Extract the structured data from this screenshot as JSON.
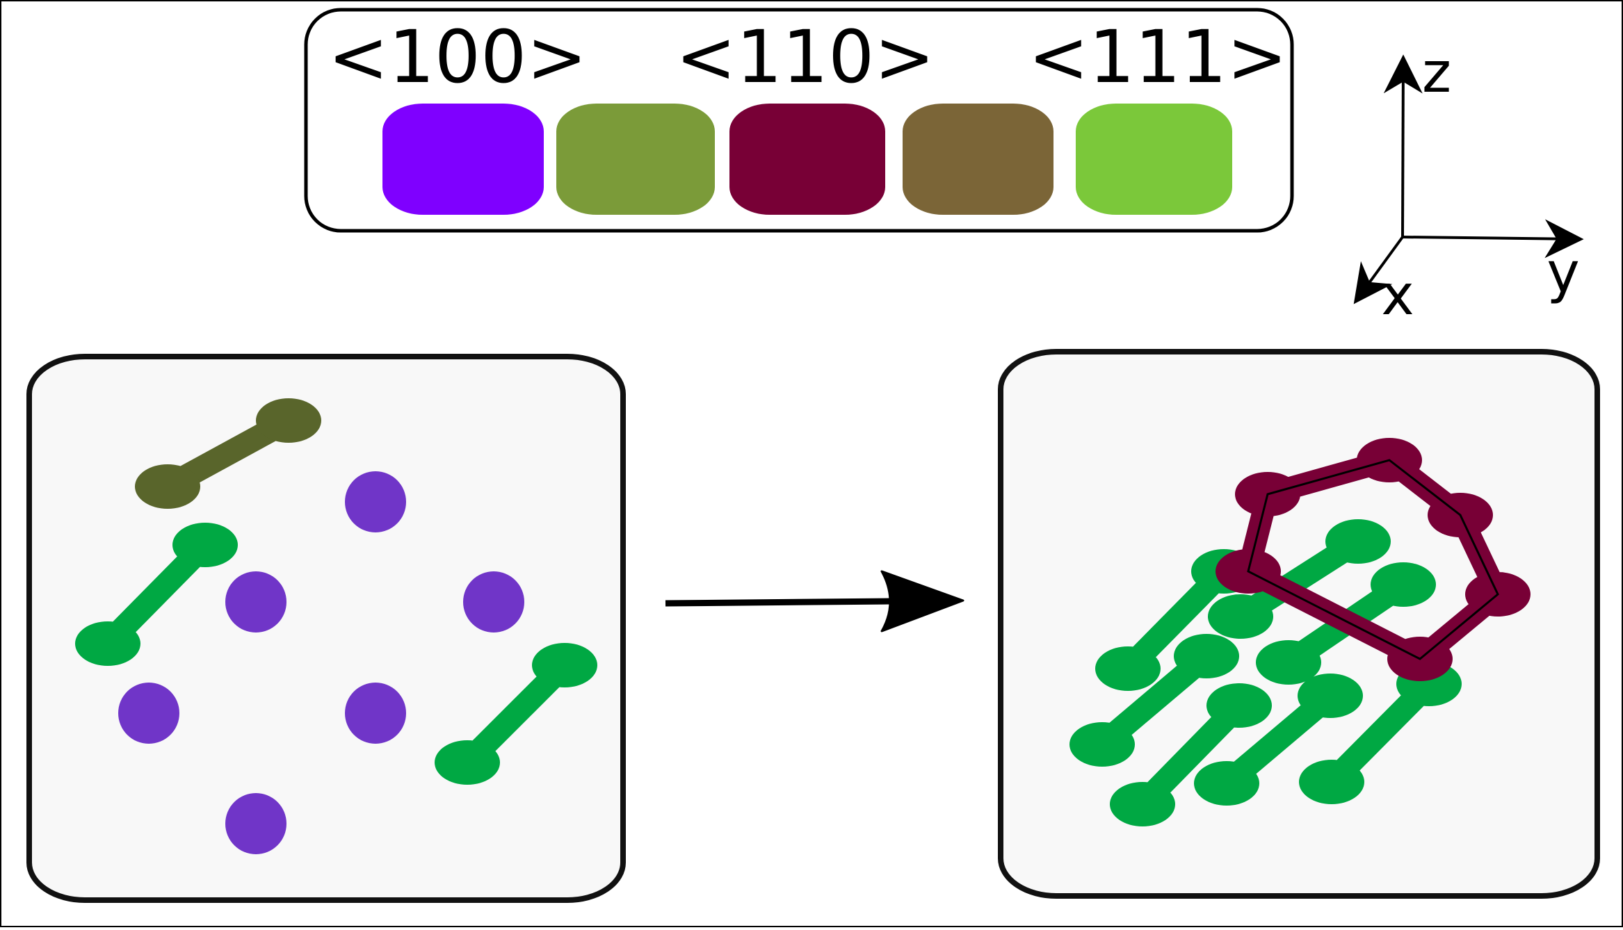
{
  "legend": {
    "labels": [
      "<100>",
      "<110>",
      "<111>"
    ],
    "swatches": [
      {
        "name": "swatch-100",
        "color": "#7f00ff"
      },
      {
        "name": "swatch-110a",
        "color": "#7b9b39"
      },
      {
        "name": "swatch-110b",
        "color": "#780036"
      },
      {
        "name": "swatch-111a",
        "color": "#7b6537"
      },
      {
        "name": "swatch-111b",
        "color": "#7bc83a"
      }
    ]
  },
  "axes": {
    "z": "z",
    "y": "y",
    "x": "x"
  },
  "colors": {
    "green": "#00a843",
    "olive": "#59652b",
    "purple": "#7035c8",
    "maroon": "#780036",
    "panel_fill": "#f8f8f8",
    "outline": "#111111"
  }
}
